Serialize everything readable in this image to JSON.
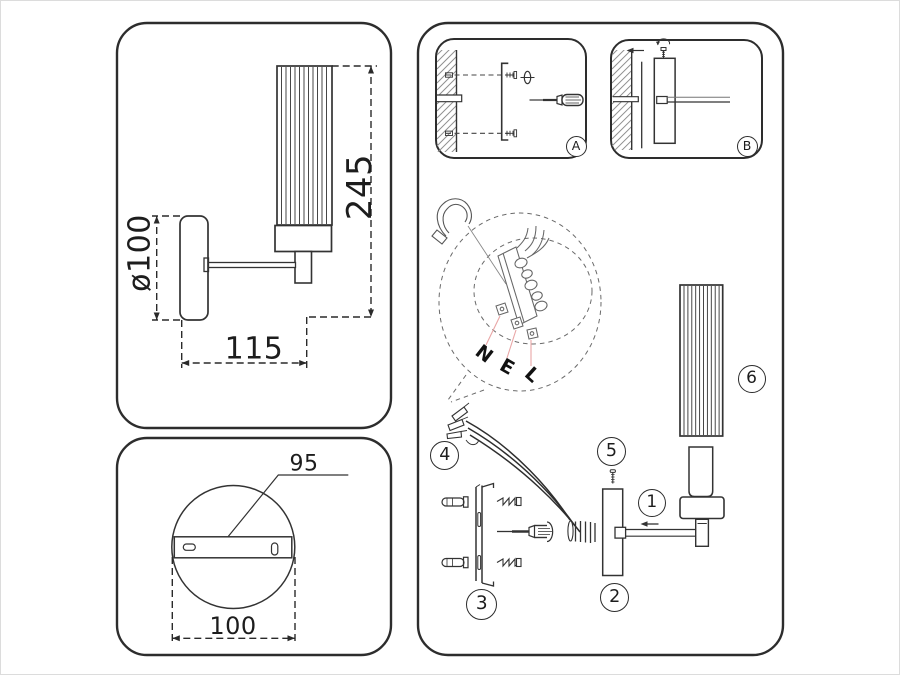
{
  "panels": {
    "side_view": {
      "height_mm": "245",
      "canopy_diameter": "ø100",
      "depth_mm": "115"
    },
    "base_view": {
      "bracket_mm": "95",
      "canopy_mm": "100"
    },
    "install": {
      "step_a": "A",
      "step_b": "B",
      "wire_n": "N",
      "wire_e": "E",
      "wire_l": "L",
      "part_1": "1",
      "part_2": "2",
      "part_3": "3",
      "part_4": "4",
      "part_5": "5",
      "part_6": "6"
    }
  },
  "colors": {
    "line": "#2e2e2e",
    "sketch": "#6a6a6a",
    "leader_pink": "#e9a6a6"
  }
}
